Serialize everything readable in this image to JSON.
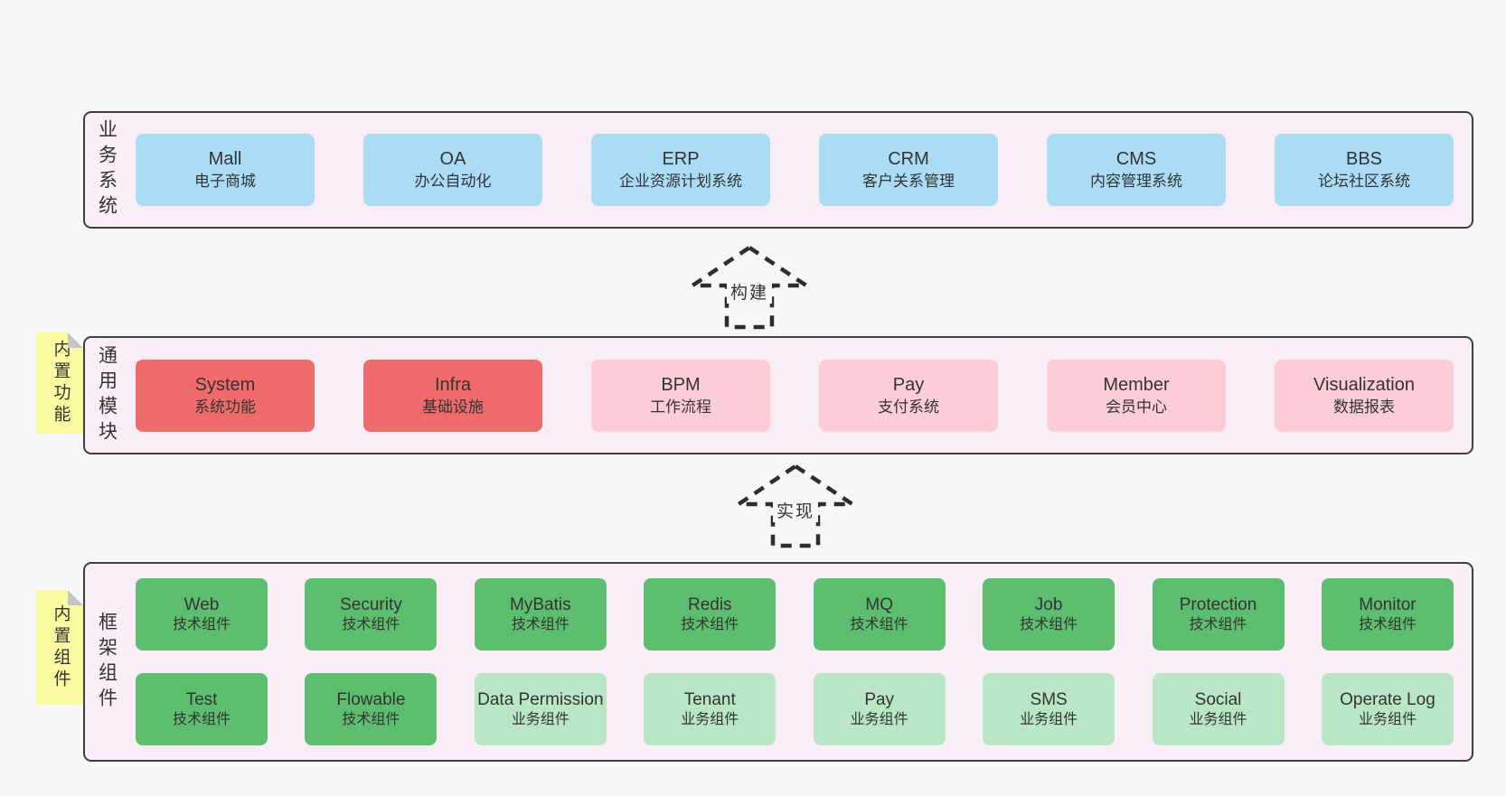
{
  "colors": {
    "page_bg": "#f7f7f7",
    "section_bg": "#f9edf6",
    "section_border": "#3f3f3f",
    "business_system_box": "#aadcf6",
    "core_module_box": "#f06b6b",
    "extension_module_box": "#fcccd7",
    "tech_component_box": "#5cbe6e",
    "biz_component_box": "#b9e6c4",
    "sticky_note": "#fafaa0",
    "sticky_fold": "#c5c5c5",
    "arrow_dash": "#2d2d2d"
  },
  "sections": {
    "business": {
      "label": "业务系统",
      "boxes": [
        {
          "name": "Mall",
          "desc": "电子商城"
        },
        {
          "name": "OA",
          "desc": "办公自动化"
        },
        {
          "name": "ERP",
          "desc": "企业资源计划系统"
        },
        {
          "name": "CRM",
          "desc": "客户关系管理"
        },
        {
          "name": "CMS",
          "desc": "内容管理系统"
        },
        {
          "name": "BBS",
          "desc": "论坛社区系统"
        }
      ]
    },
    "modules": {
      "label": "通用模块",
      "sticky": "内置功能",
      "boxes": [
        {
          "name": "System",
          "desc": "系统功能"
        },
        {
          "name": "Infra",
          "desc": "基础设施"
        },
        {
          "name": "BPM",
          "desc": "工作流程"
        },
        {
          "name": "Pay",
          "desc": "支付系统"
        },
        {
          "name": "Member",
          "desc": "会员中心"
        },
        {
          "name": "Visualization",
          "desc": "数据报表"
        }
      ]
    },
    "framework": {
      "label": "框架组件",
      "sticky": "内置组件",
      "rows": [
        [
          {
            "name": "Web",
            "desc": "技术组件"
          },
          {
            "name": "Security",
            "desc": "技术组件"
          },
          {
            "name": "MyBatis",
            "desc": "技术组件"
          },
          {
            "name": "Redis",
            "desc": "技术组件"
          },
          {
            "name": "MQ",
            "desc": "技术组件"
          },
          {
            "name": "Job",
            "desc": "技术组件"
          },
          {
            "name": "Protection",
            "desc": "技术组件"
          },
          {
            "name": "Monitor",
            "desc": "技术组件"
          }
        ],
        [
          {
            "name": "Test",
            "desc": "技术组件"
          },
          {
            "name": "Flowable",
            "desc": "技术组件"
          },
          {
            "name": "Data Permission",
            "desc": "业务组件"
          },
          {
            "name": "Tenant",
            "desc": "业务组件"
          },
          {
            "name": "Pay",
            "desc": "业务组件"
          },
          {
            "name": "SMS",
            "desc": "业务组件"
          },
          {
            "name": "Social",
            "desc": "业务组件"
          },
          {
            "name": "Operate Log",
            "desc": "业务组件"
          }
        ]
      ]
    }
  },
  "arrows": {
    "build": "构建",
    "implement": "实现"
  }
}
